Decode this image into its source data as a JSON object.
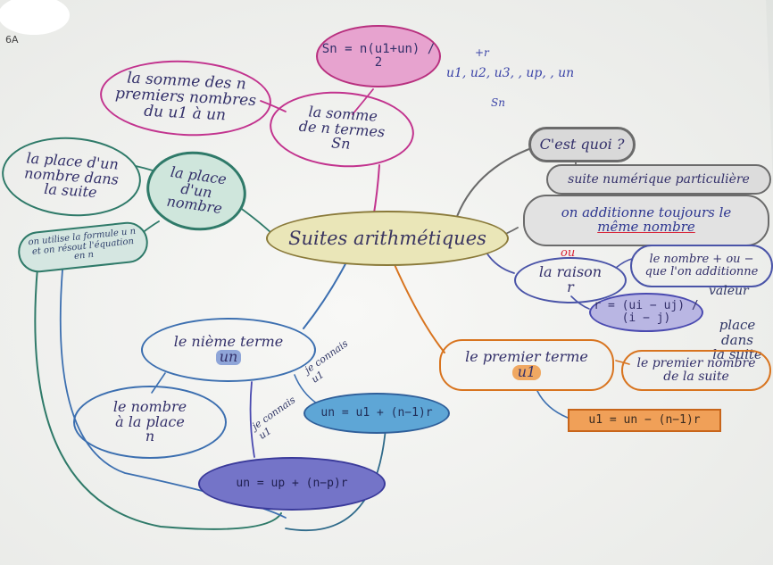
{
  "photo_label": "6A",
  "center": {
    "text": "Suites arithmétiques"
  },
  "somme_terme_def": {
    "line1": "la somme des n",
    "line2": "premiers nombres",
    "line3": "du u1 à un"
  },
  "somme_formula": {
    "text": "Sn = n(u1+un) / 2"
  },
  "somme": {
    "line1": "la somme",
    "line2": "de n termes",
    "line3": "Sn"
  },
  "sequence_sketch": {
    "plus_r": "+r",
    "seq": "u1, u2, u3, , up, , un",
    "sn": "Sn"
  },
  "place_def": {
    "line1": "la place d'un",
    "line2": "nombre dans",
    "line3": "la suite"
  },
  "place": {
    "line1": "la place",
    "line2": "d'un",
    "line3": "nombre"
  },
  "formule_note": {
    "text": "on utilise la formule u n et on résout l'équation en n"
  },
  "cest_quoi": {
    "text": "C'est quoi ?"
  },
  "suite_num": {
    "text": "suite numérique particulière"
  },
  "additionne": {
    "line1": "on additionne toujours le",
    "line2": "même nombre"
  },
  "ou": {
    "text": "ou"
  },
  "raison": {
    "line1": "la raison",
    "line2": "r"
  },
  "raison_def": {
    "line1": "le nombre + ou −",
    "line2": "que l'on additionne"
  },
  "raison_formula": {
    "text": "r = (ui − uj) / (i − j)"
  },
  "valeur": {
    "text": "valeur"
  },
  "place_dans": {
    "line1": "place dans",
    "line2": "la suite"
  },
  "nieme": {
    "line1": "le nième terme",
    "line2": "un"
  },
  "connais1": {
    "text": "je connais u1"
  },
  "connais2": {
    "text": "je connais u1"
  },
  "nombre_place": {
    "line1": "le nombre",
    "line2": "à la place",
    "line3": "n"
  },
  "formula_blue": {
    "text": "un = u1 + (n−1)r"
  },
  "formula_purple": {
    "text": "un = up + (n−p)r"
  },
  "premier": {
    "line1": "le premier terme",
    "line2": "u1"
  },
  "premier_def": {
    "line1": "le premier nombre",
    "line2": "de la suite"
  },
  "formula_orange": {
    "text": "u1 = un − (n−1)r"
  }
}
